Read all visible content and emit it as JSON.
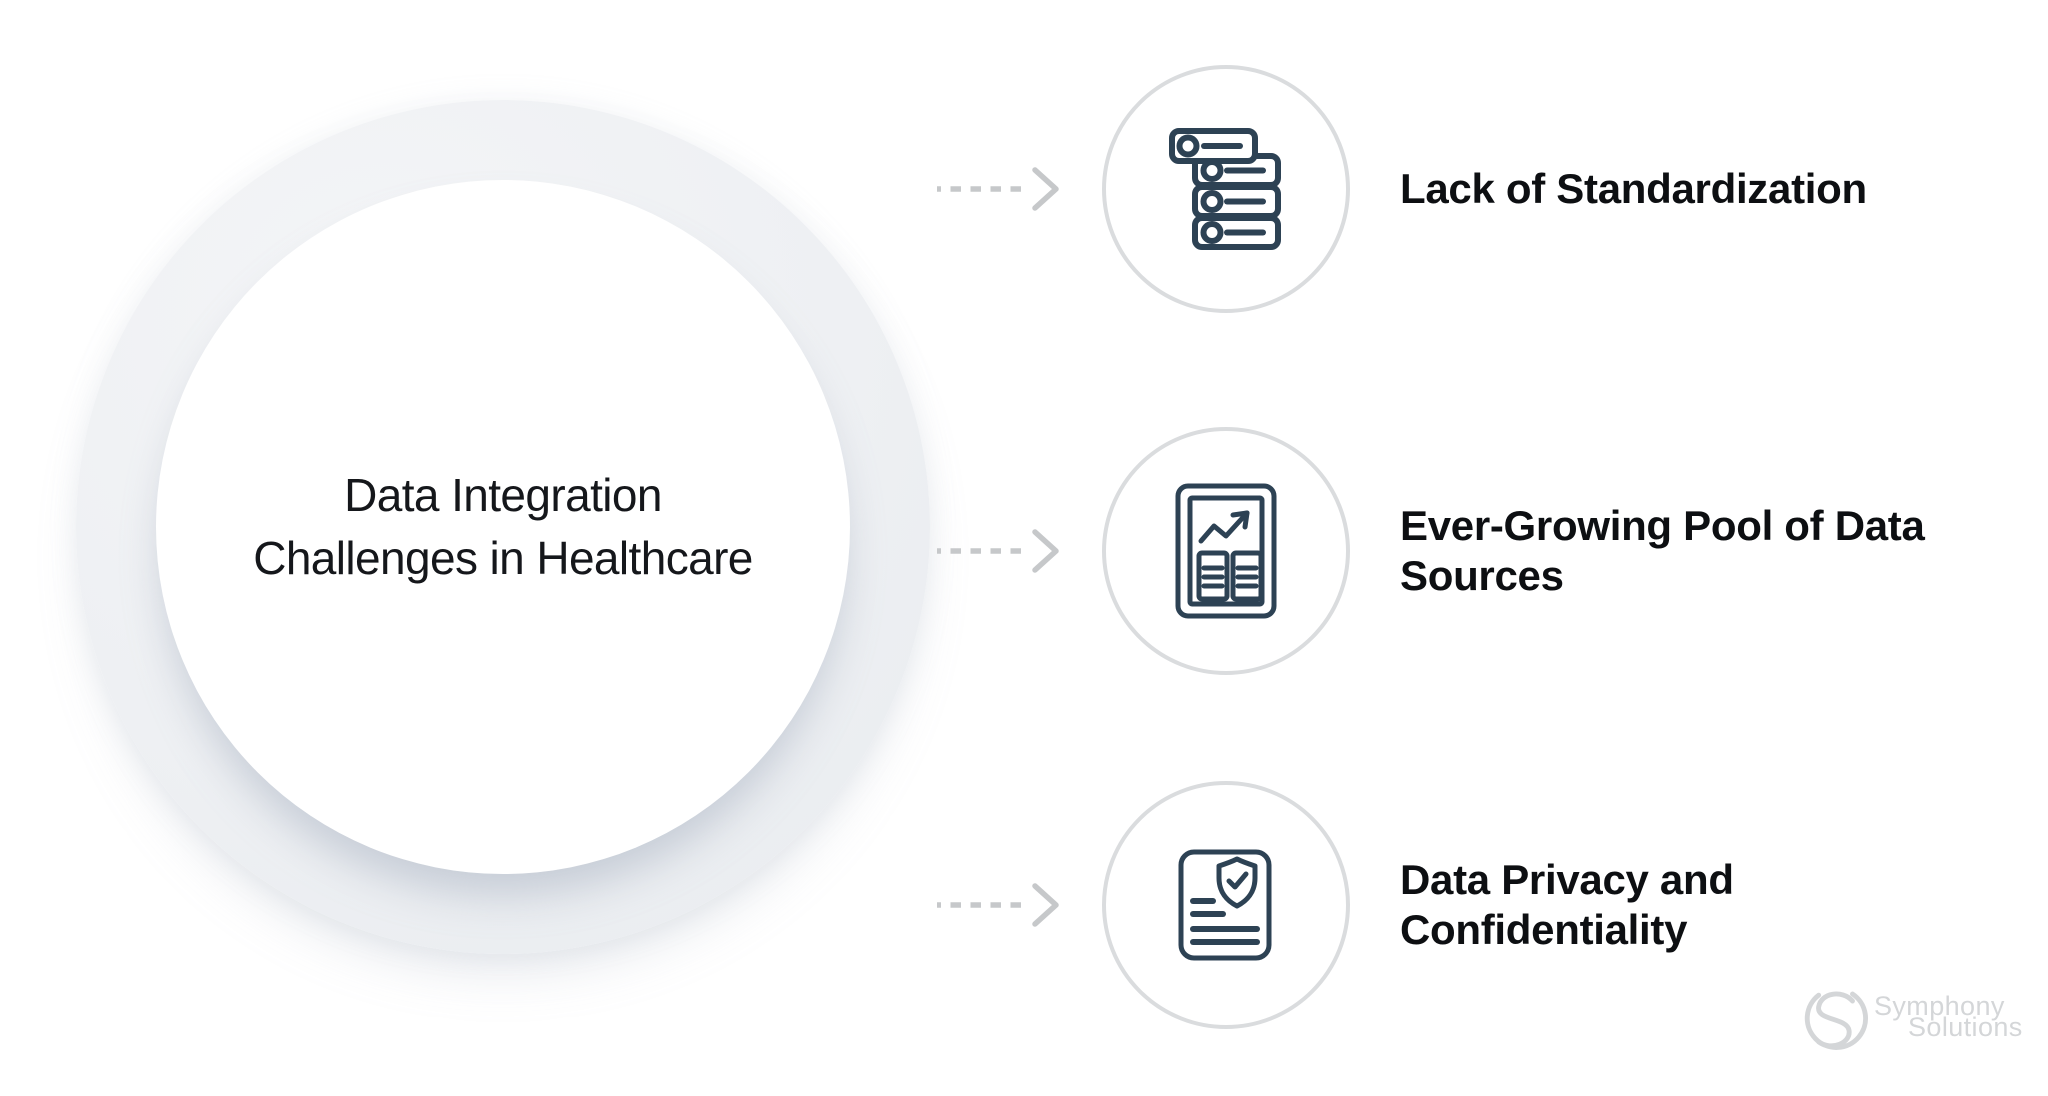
{
  "diagram": {
    "center": {
      "title": "Data Integration\nChallenges in Healthcare"
    },
    "challenges": [
      {
        "label": "Lack of Standardization",
        "icon": "server-stack-icon"
      },
      {
        "label": "Ever-Growing Pool of Data\nSources",
        "icon": "report-chart-icon"
      },
      {
        "label": "Data Privacy and\nConfidentiality",
        "icon": "document-shield-icon"
      }
    ],
    "connector_style": "dashed-arrow",
    "branding": {
      "line1": "Symphony",
      "line2": "Solutions"
    },
    "colors": {
      "background": "#ffffff",
      "ring": "#edeff2",
      "icon_stroke": "#2d4254",
      "icon_circle_border": "#dadcde",
      "arrow": "#c6c8ca",
      "title_text": "#15171b",
      "label_text": "#0d0f12",
      "watermark": "#d4d6d8"
    }
  }
}
